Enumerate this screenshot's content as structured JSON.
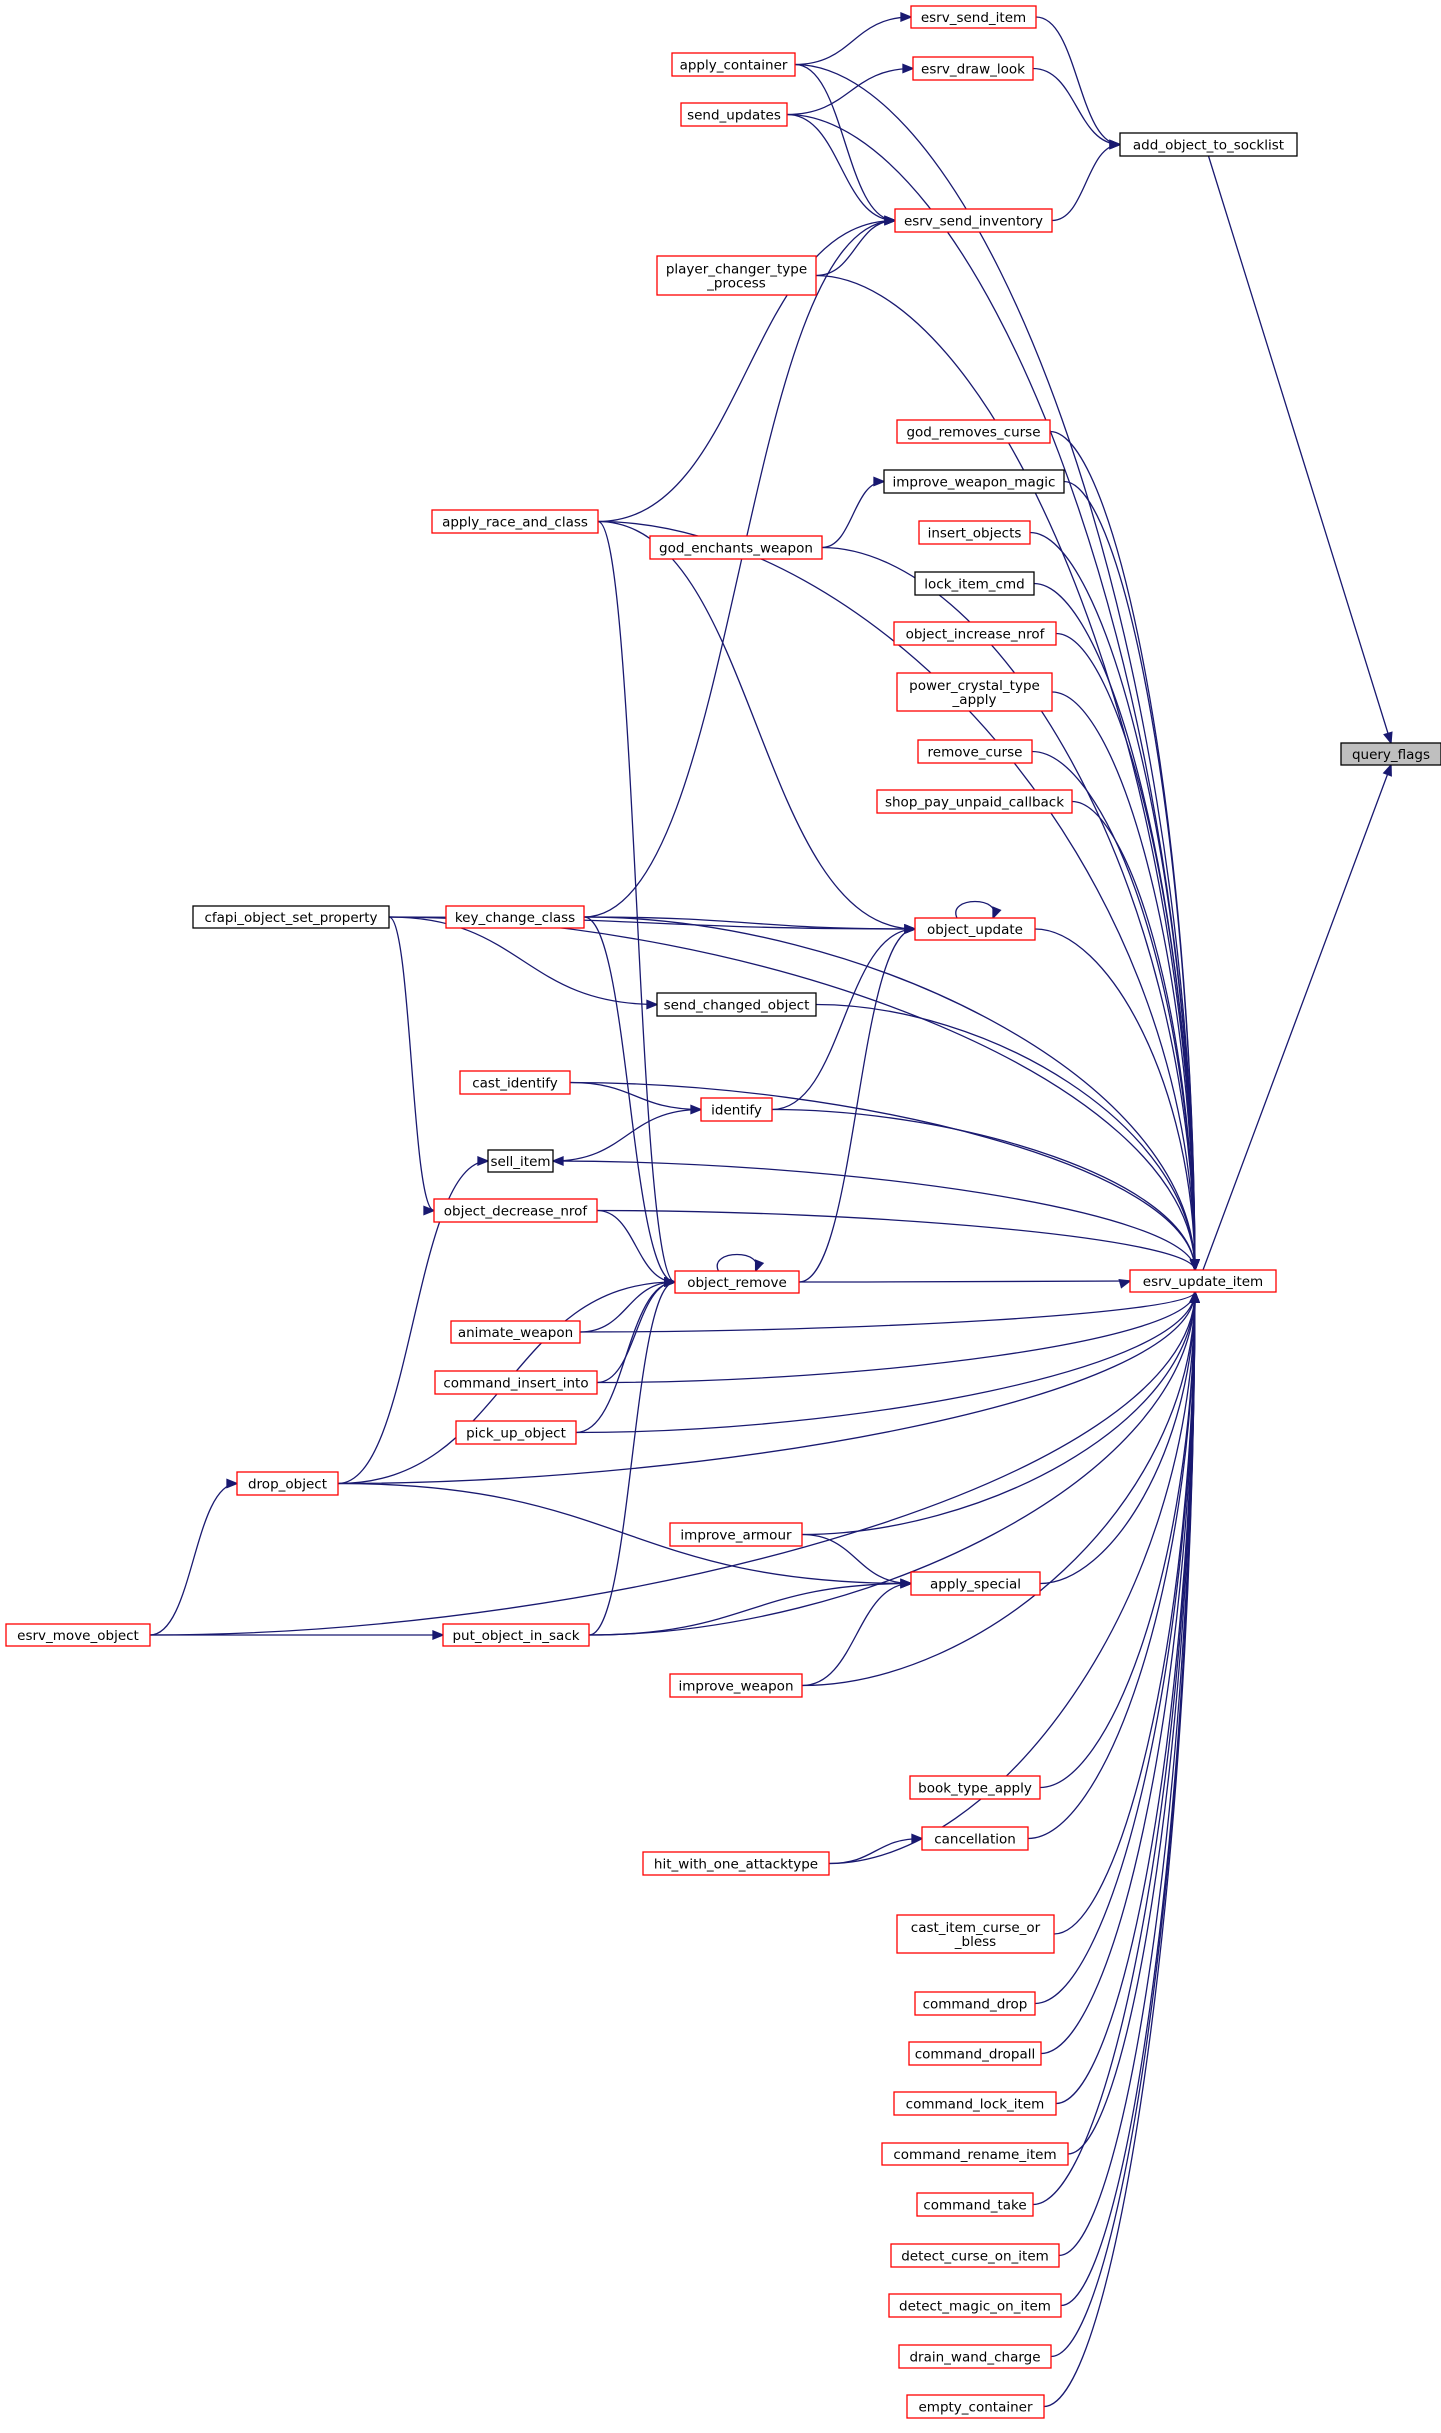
{
  "diagram": {
    "type": "caller-graph",
    "colors": {
      "edge": "#191970",
      "node_border_red": "#ff0000",
      "node_border_black": "#000000",
      "target_fill": "#bfbfbf",
      "node_fill": "#ffffff"
    },
    "nodes": [
      {
        "id": "query_flags",
        "label": [
          "query_flags"
        ],
        "border": "black",
        "fill": "gray"
      },
      {
        "id": "add_object_to_socklist",
        "label": [
          "add_object_to_socklist"
        ],
        "border": "black"
      },
      {
        "id": "esrv_update_item",
        "label": [
          "esrv_update_item"
        ],
        "border": "red"
      },
      {
        "id": "esrv_send_item",
        "label": [
          "esrv_send_item"
        ],
        "border": "red"
      },
      {
        "id": "esrv_draw_look",
        "label": [
          "esrv_draw_look"
        ],
        "border": "red"
      },
      {
        "id": "esrv_send_inventory",
        "label": [
          "esrv_send_inventory"
        ],
        "border": "red"
      },
      {
        "id": "apply_container",
        "label": [
          "apply_container"
        ],
        "border": "red"
      },
      {
        "id": "send_updates",
        "label": [
          "send_updates"
        ],
        "border": "red"
      },
      {
        "id": "player_changer_type_process",
        "label": [
          "player_changer_type",
          "_process"
        ],
        "border": "red"
      },
      {
        "id": "god_removes_curse",
        "label": [
          "god_removes_curse"
        ],
        "border": "red"
      },
      {
        "id": "improve_weapon_magic",
        "label": [
          "improve_weapon_magic"
        ],
        "border": "black"
      },
      {
        "id": "apply_race_and_class",
        "label": [
          "apply_race_and_class"
        ],
        "border": "red"
      },
      {
        "id": "god_enchants_weapon",
        "label": [
          "god_enchants_weapon"
        ],
        "border": "red"
      },
      {
        "id": "insert_objects",
        "label": [
          "insert_objects"
        ],
        "border": "red"
      },
      {
        "id": "lock_item_cmd",
        "label": [
          "lock_item_cmd"
        ],
        "border": "black"
      },
      {
        "id": "object_increase_nrof",
        "label": [
          "object_increase_nrof"
        ],
        "border": "red"
      },
      {
        "id": "power_crystal_type_apply",
        "label": [
          "power_crystal_type",
          "_apply"
        ],
        "border": "red"
      },
      {
        "id": "remove_curse",
        "label": [
          "remove_curse"
        ],
        "border": "red"
      },
      {
        "id": "shop_pay_unpaid_callback",
        "label": [
          "shop_pay_unpaid_callback"
        ],
        "border": "red"
      },
      {
        "id": "cfapi_object_set_property",
        "label": [
          "cfapi_object_set_property"
        ],
        "border": "black"
      },
      {
        "id": "key_change_class",
        "label": [
          "key_change_class"
        ],
        "border": "red"
      },
      {
        "id": "object_update",
        "label": [
          "object_update"
        ],
        "border": "red"
      },
      {
        "id": "send_changed_object",
        "label": [
          "send_changed_object"
        ],
        "border": "black"
      },
      {
        "id": "cast_identify",
        "label": [
          "cast_identify"
        ],
        "border": "red"
      },
      {
        "id": "identify",
        "label": [
          "identify"
        ],
        "border": "red"
      },
      {
        "id": "sell_item",
        "label": [
          "sell_item"
        ],
        "border": "black"
      },
      {
        "id": "object_decrease_nrof",
        "label": [
          "object_decrease_nrof"
        ],
        "border": "red"
      },
      {
        "id": "object_remove",
        "label": [
          "object_remove"
        ],
        "border": "red"
      },
      {
        "id": "animate_weapon",
        "label": [
          "animate_weapon"
        ],
        "border": "red"
      },
      {
        "id": "command_insert_into",
        "label": [
          "command_insert_into"
        ],
        "border": "red"
      },
      {
        "id": "pick_up_object",
        "label": [
          "pick_up_object"
        ],
        "border": "red"
      },
      {
        "id": "drop_object",
        "label": [
          "drop_object"
        ],
        "border": "red"
      },
      {
        "id": "improve_armour",
        "label": [
          "improve_armour"
        ],
        "border": "red"
      },
      {
        "id": "apply_special",
        "label": [
          "apply_special"
        ],
        "border": "red"
      },
      {
        "id": "esrv_move_object",
        "label": [
          "esrv_move_object"
        ],
        "border": "red"
      },
      {
        "id": "put_object_in_sack",
        "label": [
          "put_object_in_sack"
        ],
        "border": "red"
      },
      {
        "id": "improve_weapon",
        "label": [
          "improve_weapon"
        ],
        "border": "red"
      },
      {
        "id": "book_type_apply",
        "label": [
          "book_type_apply"
        ],
        "border": "red"
      },
      {
        "id": "cancellation",
        "label": [
          "cancellation"
        ],
        "border": "red"
      },
      {
        "id": "hit_with_one_attacktype",
        "label": [
          "hit_with_one_attacktype"
        ],
        "border": "red"
      },
      {
        "id": "cast_item_curse_or_bless",
        "label": [
          "cast_item_curse_or",
          "_bless"
        ],
        "border": "red"
      },
      {
        "id": "command_drop",
        "label": [
          "command_drop"
        ],
        "border": "red"
      },
      {
        "id": "command_dropall",
        "label": [
          "command_dropall"
        ],
        "border": "red"
      },
      {
        "id": "command_lock_item",
        "label": [
          "command_lock_item"
        ],
        "border": "red"
      },
      {
        "id": "command_rename_item",
        "label": [
          "command_rename_item"
        ],
        "border": "red"
      },
      {
        "id": "command_take",
        "label": [
          "command_take"
        ],
        "border": "red"
      },
      {
        "id": "detect_curse_on_item",
        "label": [
          "detect_curse_on_item"
        ],
        "border": "red"
      },
      {
        "id": "detect_magic_on_item",
        "label": [
          "detect_magic_on_item"
        ],
        "border": "red"
      },
      {
        "id": "drain_wand_charge",
        "label": [
          "drain_wand_charge"
        ],
        "border": "red"
      },
      {
        "id": "empty_container",
        "label": [
          "empty_container"
        ],
        "border": "red"
      }
    ],
    "edges": [
      {
        "from": "query_flags",
        "to": "add_object_to_socklist"
      },
      {
        "from": "query_flags",
        "to": "esrv_update_item"
      },
      {
        "from": "add_object_to_socklist",
        "to": "esrv_send_item"
      },
      {
        "from": "add_object_to_socklist",
        "to": "esrv_draw_look"
      },
      {
        "from": "add_object_to_socklist",
        "to": "esrv_send_inventory"
      },
      {
        "from": "esrv_send_item",
        "to": "apply_container"
      },
      {
        "from": "esrv_draw_look",
        "to": "send_updates"
      },
      {
        "from": "esrv_send_inventory",
        "to": "apply_container"
      },
      {
        "from": "esrv_send_inventory",
        "to": "send_updates"
      },
      {
        "from": "esrv_send_inventory",
        "to": "player_changer_type_process"
      },
      {
        "from": "esrv_send_inventory",
        "to": "apply_race_and_class"
      },
      {
        "from": "esrv_send_inventory",
        "to": "key_change_class"
      },
      {
        "from": "improve_weapon_magic",
        "to": "god_enchants_weapon"
      },
      {
        "from": "object_update",
        "to": "object_update"
      },
      {
        "from": "object_update",
        "to": "apply_race_and_class"
      },
      {
        "from": "object_update",
        "to": "cfapi_object_set_property"
      },
      {
        "from": "object_update",
        "to": "key_change_class"
      },
      {
        "from": "object_update",
        "to": "identify"
      },
      {
        "from": "object_update",
        "to": "object_remove"
      },
      {
        "from": "send_changed_object",
        "to": "cfapi_object_set_property"
      },
      {
        "from": "identify",
        "to": "cast_identify"
      },
      {
        "from": "sell_item",
        "to": "identify"
      },
      {
        "from": "sell_item",
        "to": "drop_object"
      },
      {
        "from": "object_decrease_nrof",
        "to": "cfapi_object_set_property"
      },
      {
        "from": "object_remove",
        "to": "object_remove"
      },
      {
        "from": "object_remove",
        "to": "apply_race_and_class"
      },
      {
        "from": "object_remove",
        "to": "key_change_class"
      },
      {
        "from": "object_remove",
        "to": "object_decrease_nrof"
      },
      {
        "from": "object_remove",
        "to": "animate_weapon"
      },
      {
        "from": "object_remove",
        "to": "command_insert_into"
      },
      {
        "from": "object_remove",
        "to": "pick_up_object"
      },
      {
        "from": "object_remove",
        "to": "drop_object"
      },
      {
        "from": "object_remove",
        "to": "put_object_in_sack"
      },
      {
        "from": "drop_object",
        "to": "esrv_move_object"
      },
      {
        "from": "put_object_in_sack",
        "to": "esrv_move_object"
      },
      {
        "from": "apply_special",
        "to": "drop_object"
      },
      {
        "from": "apply_special",
        "to": "improve_armour"
      },
      {
        "from": "apply_special",
        "to": "put_object_in_sack"
      },
      {
        "from": "apply_special",
        "to": "improve_weapon"
      },
      {
        "from": "cancellation",
        "to": "hit_with_one_attacktype"
      },
      {
        "from": "esrv_update_item",
        "to": "apply_container"
      },
      {
        "from": "esrv_update_item",
        "to": "send_updates"
      },
      {
        "from": "esrv_update_item",
        "to": "player_changer_type_process"
      },
      {
        "from": "esrv_update_item",
        "to": "cfapi_object_set_property"
      },
      {
        "from": "esrv_update_item",
        "to": "apply_race_and_class"
      },
      {
        "from": "esrv_update_item",
        "to": "god_removes_curse"
      },
      {
        "from": "esrv_update_item",
        "to": "improve_weapon_magic"
      },
      {
        "from": "esrv_update_item",
        "to": "insert_objects"
      },
      {
        "from": "esrv_update_item",
        "to": "god_enchants_weapon"
      },
      {
        "from": "esrv_update_item",
        "to": "lock_item_cmd"
      },
      {
        "from": "esrv_update_item",
        "to": "object_increase_nrof"
      },
      {
        "from": "esrv_update_item",
        "to": "power_crystal_type_apply"
      },
      {
        "from": "esrv_update_item",
        "to": "remove_curse"
      },
      {
        "from": "esrv_update_item",
        "to": "shop_pay_unpaid_callback"
      },
      {
        "from": "esrv_update_item",
        "to": "object_update"
      },
      {
        "from": "esrv_update_item",
        "to": "key_change_class"
      },
      {
        "from": "esrv_update_item",
        "to": "send_changed_object"
      },
      {
        "from": "esrv_update_item",
        "to": "cast_identify"
      },
      {
        "from": "esrv_update_item",
        "to": "identify"
      },
      {
        "from": "esrv_update_item",
        "to": "sell_item"
      },
      {
        "from": "esrv_update_item",
        "to": "object_decrease_nrof"
      },
      {
        "from": "esrv_update_item",
        "to": "object_remove"
      },
      {
        "from": "esrv_update_item",
        "to": "animate_weapon"
      },
      {
        "from": "esrv_update_item",
        "to": "command_insert_into"
      },
      {
        "from": "esrv_update_item",
        "to": "pick_up_object"
      },
      {
        "from": "esrv_update_item",
        "to": "drop_object"
      },
      {
        "from": "esrv_update_item",
        "to": "improve_armour"
      },
      {
        "from": "esrv_update_item",
        "to": "apply_special"
      },
      {
        "from": "esrv_update_item",
        "to": "put_object_in_sack"
      },
      {
        "from": "esrv_update_item",
        "to": "improve_weapon"
      },
      {
        "from": "esrv_update_item",
        "to": "esrv_move_object"
      },
      {
        "from": "esrv_update_item",
        "to": "book_type_apply"
      },
      {
        "from": "esrv_update_item",
        "to": "cancellation"
      },
      {
        "from": "esrv_update_item",
        "to": "hit_with_one_attacktype"
      },
      {
        "from": "esrv_update_item",
        "to": "cast_item_curse_or_bless"
      },
      {
        "from": "esrv_update_item",
        "to": "command_drop"
      },
      {
        "from": "esrv_update_item",
        "to": "command_dropall"
      },
      {
        "from": "esrv_update_item",
        "to": "command_lock_item"
      },
      {
        "from": "esrv_update_item",
        "to": "command_rename_item"
      },
      {
        "from": "esrv_update_item",
        "to": "command_take"
      },
      {
        "from": "esrv_update_item",
        "to": "detect_curse_on_item"
      },
      {
        "from": "esrv_update_item",
        "to": "detect_magic_on_item"
      },
      {
        "from": "esrv_update_item",
        "to": "drain_wand_charge"
      },
      {
        "from": "esrv_update_item",
        "to": "empty_container"
      }
    ]
  }
}
